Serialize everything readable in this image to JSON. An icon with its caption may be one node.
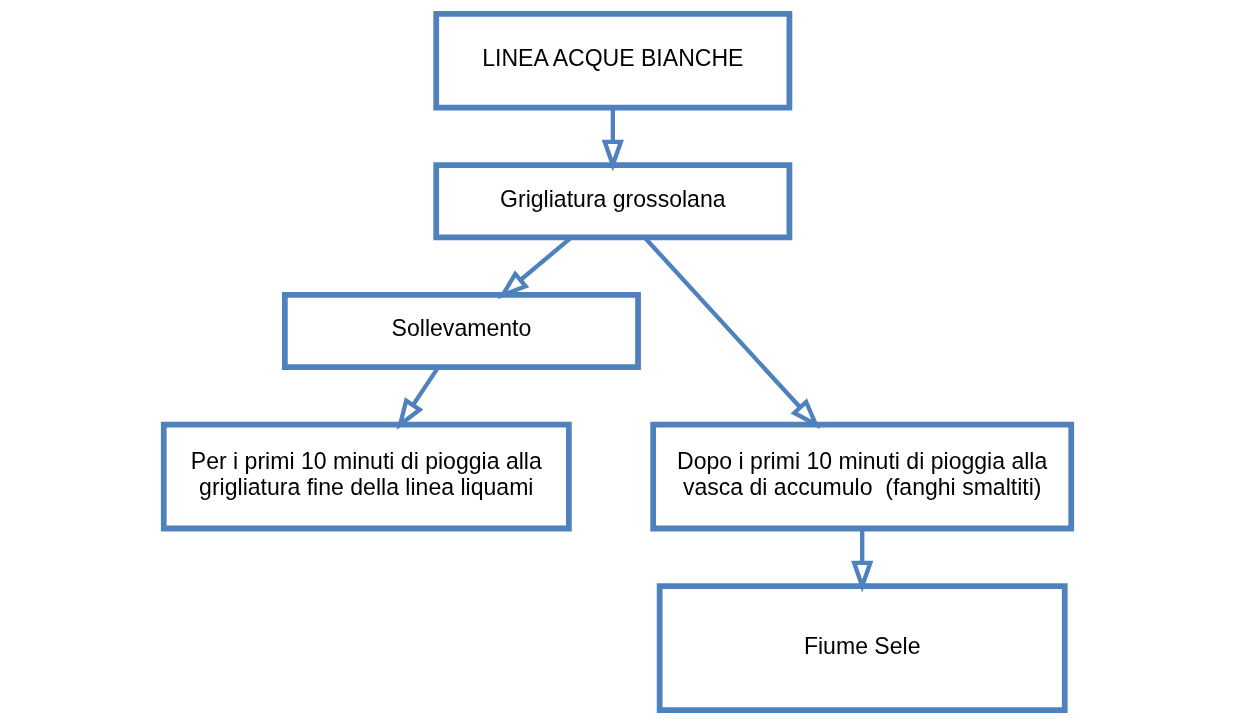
{
  "diagram": {
    "nodes": [
      {
        "text": [
          "LINEA ACQUE BIANCHE"
        ]
      },
      {
        "text": [
          "Grigliatura grossolana"
        ]
      },
      {
        "text": [
          "Sollevamento"
        ]
      },
      {
        "text": [
          "Per i primi 10 minuti di pioggia alla grigliatura fine della linea liquami"
        ]
      },
      {
        "text": [
          "Dopo i primi 10 minuti di pioggia alla vasca di accumulo  (fanghi smaltiti)"
        ]
      },
      {
        "text": [
          "Fiume Sele"
        ]
      }
    ],
    "edges": [
      {
        "from": 0,
        "to": 1,
        "arrow": "to"
      },
      {
        "from": 1,
        "to": 2,
        "arrow": "to"
      },
      {
        "from": 2,
        "to": 3,
        "arrow": "to"
      },
      {
        "from": 1,
        "to": 4,
        "arrow": "to"
      },
      {
        "from": 4,
        "to": 5,
        "arrow": "to"
      }
    ]
  }
}
